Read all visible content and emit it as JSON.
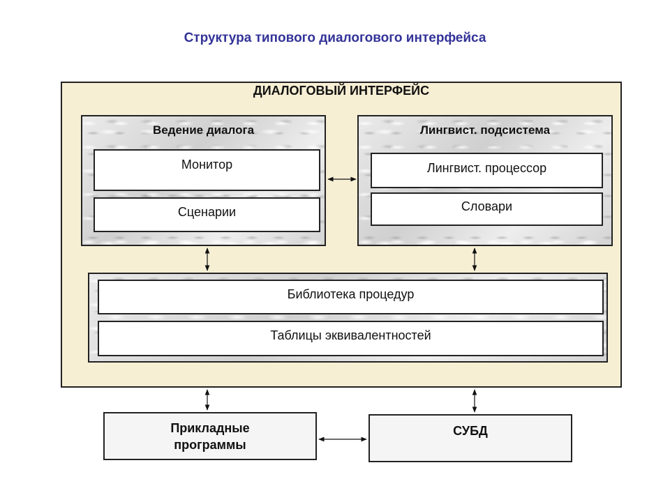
{
  "title": "Структура типового диалогового интерфейса",
  "outer": {
    "label": "ДИАЛОГОВЫЙ ИНТЕРФЕЙС"
  },
  "dialog_management": {
    "title": "Ведение диалога",
    "items": [
      "Монитор",
      "Сценарии"
    ]
  },
  "linguistic_subsystem": {
    "title": "Лингвист. подсистема",
    "items": [
      "Лингвист. процессор",
      "Словари"
    ]
  },
  "shared_block": {
    "items": [
      "Библиотека процедур",
      "Таблицы эквивалентностей"
    ]
  },
  "external": {
    "applications": "Прикладные\nпрограммы",
    "dbms": "СУБД"
  }
}
